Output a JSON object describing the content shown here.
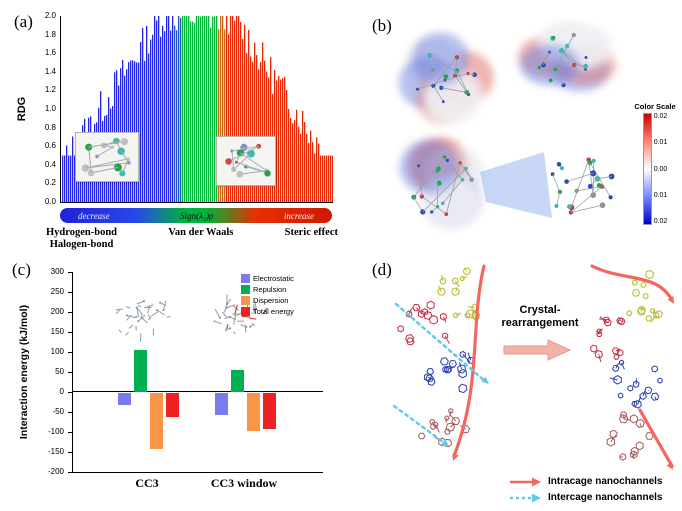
{
  "panels": {
    "a": {
      "label": "(a)",
      "ylabel": "RDG",
      "y_ticks": [
        "2.0",
        "1.8",
        "1.6",
        "1.4",
        "1.2",
        "1.0",
        "0.8",
        "0.6",
        "0.4",
        "0.2",
        "0.0"
      ],
      "colorbar": {
        "left_label": "decrease",
        "center_label": "Sign(λ₂)ρ",
        "right_label": "increase",
        "left_color": "#2121d6",
        "center_color": "#00b33c",
        "right_color": "#d21600"
      },
      "regions": {
        "left_line1": "Hydrogen-bond",
        "left_line2": "Halogen-bond",
        "center": "Van der Waals",
        "right": "Steric effect"
      }
    },
    "b": {
      "label": "(b)",
      "color_scale": {
        "title": "Color Scale",
        "ticks": [
          "0.02",
          "0.01",
          "0.00",
          "0.01",
          "0.02"
        ],
        "top_color": "#c80000",
        "mid_color": "#ffffff",
        "bottom_color": "#0000c8"
      }
    },
    "c": {
      "label": "(c)",
      "ylabel": "Interaction energy (kJ/mol)"
    },
    "d": {
      "label": "(d)",
      "process_label_line1": "Crystal-",
      "process_label_line2": "rearrangement",
      "legend": [
        {
          "label": "Intracage nanochannels",
          "style": "solid",
          "color": "#f4665f"
        },
        {
          "label": "Intercage nanochannels",
          "style": "dashed",
          "color": "#62c8e8"
        }
      ]
    }
  },
  "chart_data": [
    {
      "type": "scatter",
      "panel": "a",
      "title": "RDG (NCI) analysis",
      "xlabel": "Sign(λ₂)ρ",
      "ylabel": "RDG",
      "ylim": [
        0.0,
        2.0
      ],
      "y_tick_step": 0.2,
      "regions": [
        {
          "x_region": "negative / decrease",
          "interaction": "Hydrogen-bond, Halogen-bond",
          "color": "blue"
        },
        {
          "x_region": "near zero",
          "interaction": "Van der Waals",
          "color": "green"
        },
        {
          "x_region": "positive / increase",
          "interaction": "Steric effect",
          "color": "red"
        }
      ]
    },
    {
      "type": "bar",
      "panel": "c",
      "categories": [
        "CC3",
        "CC3 window"
      ],
      "series": [
        {
          "name": "Electrostatic",
          "color": "#7b7bef",
          "values": [
            -30,
            -55
          ]
        },
        {
          "name": "Repulsion",
          "color": "#00b050",
          "values": [
            105,
            55
          ]
        },
        {
          "name": "Dispersion",
          "color": "#f79646",
          "values": [
            -140,
            -95
          ]
        },
        {
          "name": "Total energy",
          "color": "#ee2222",
          "values": [
            -60,
            -90
          ]
        }
      ],
      "ylabel": "Interaction energy (kJ/mol)",
      "ylim": [
        -200,
        300
      ],
      "y_tick_step": 50,
      "legend_position": "top-right",
      "grid": false
    }
  ]
}
